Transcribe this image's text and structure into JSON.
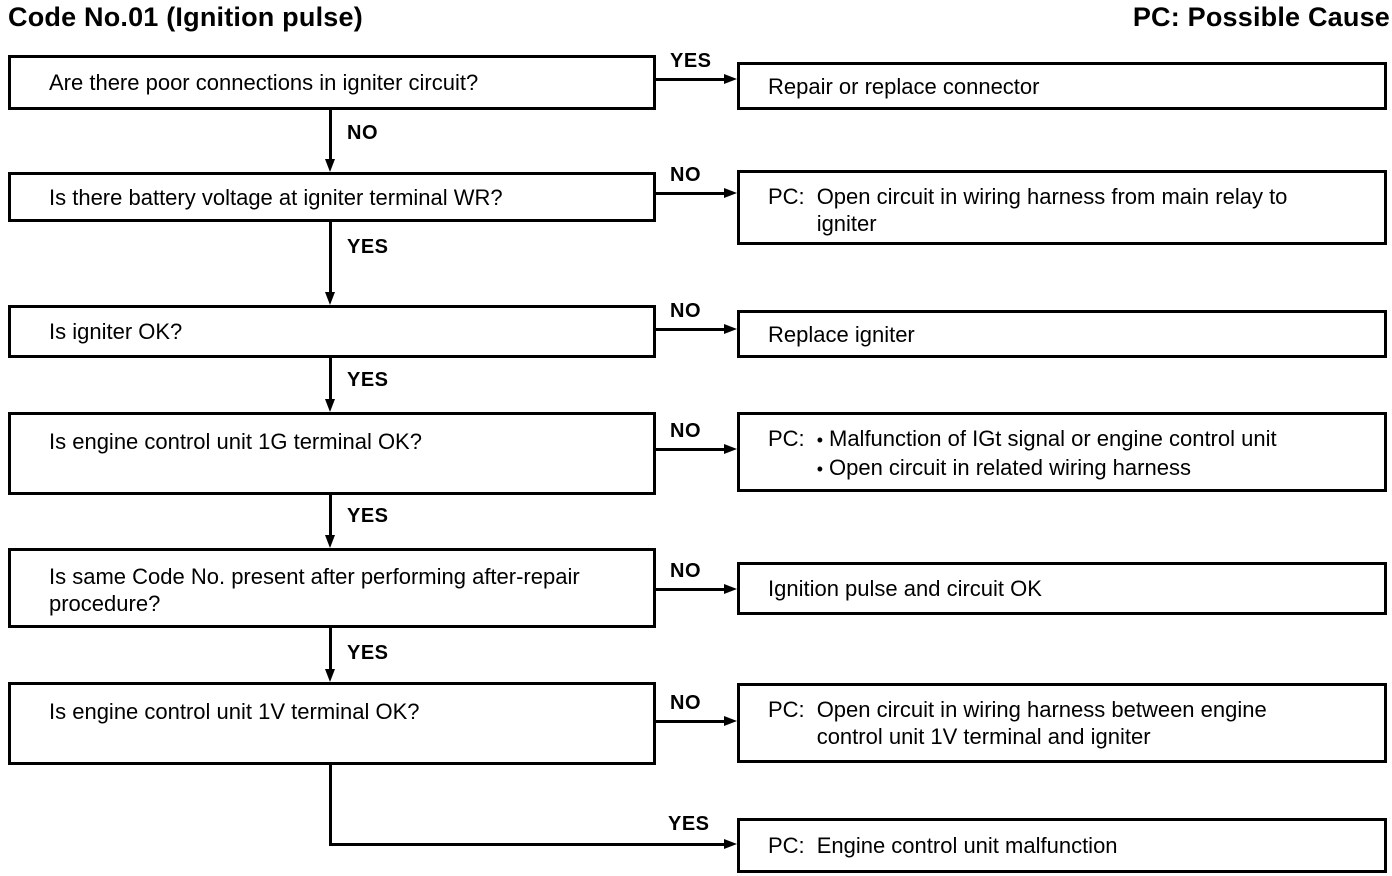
{
  "header": {
    "title": "Code No.01 (Ignition pulse)",
    "legend": "PC: Possible Cause"
  },
  "glyphs": {
    "bullet": "•"
  },
  "flowchart": {
    "questions": [
      {
        "text": "Are there poor connections in igniter circuit?",
        "right_label": "YES",
        "down_label": "NO"
      },
      {
        "text": "Is there battery voltage at igniter terminal WR?",
        "right_label": "NO",
        "down_label": "YES"
      },
      {
        "text": "Is igniter OK?",
        "right_label": "NO",
        "down_label": "YES"
      },
      {
        "text": "Is engine control unit 1G terminal OK?",
        "right_label": "NO",
        "down_label": "YES"
      },
      {
        "text": "Is same Code No. present after performing after-repair procedure?",
        "right_label": "NO",
        "down_label": "YES"
      },
      {
        "text": "Is engine control unit 1V terminal OK?",
        "right_label": "NO",
        "down_label": "YES"
      }
    ],
    "results": [
      {
        "pc": "",
        "text": "Repair or replace connector"
      },
      {
        "pc": "PC:",
        "text": "Open circuit in wiring harness from main relay to igniter"
      },
      {
        "pc": "",
        "text": "Replace igniter"
      },
      {
        "pc": "PC:",
        "bullet_1": "Malfunction of IGt signal or engine control unit",
        "bullet_2": "Open circuit in related wiring harness"
      },
      {
        "pc": "",
        "text": "Ignition pulse and circuit OK"
      },
      {
        "pc": "PC:",
        "text": "Open circuit in wiring harness between engine control unit 1V terminal and igniter"
      },
      {
        "pc": "PC:",
        "text": "Engine control unit malfunction"
      }
    ]
  }
}
